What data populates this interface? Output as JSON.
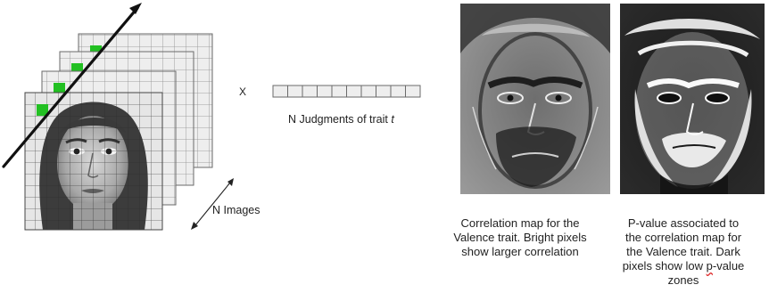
{
  "labels": {
    "multiply": "X",
    "judgments_prefix": "N Judgments of trait ",
    "judgments_trait": "t",
    "n_images": "N Images"
  },
  "captions": {
    "correlation": "Correlation map for the Valence trait. Bright pixels show larger correlation",
    "pvalue_line1": "P-value associated to",
    "pvalue_line2": "the correlation map for",
    "pvalue_line3": "the Valence trait. Dark",
    "pvalue_line4a": "pixels show low ",
    "pvalue_squiggle": "p",
    "pvalue_line4b": "-value",
    "pvalue_line5": "zones"
  },
  "colors": {
    "highlight": "#22c022",
    "grid": "#7a7a7a",
    "sheet": "#eeeeee",
    "arrow": "#111111"
  },
  "judgment_cells": 10
}
